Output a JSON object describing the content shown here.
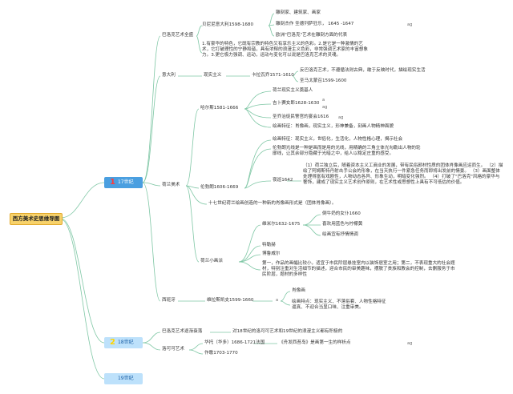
{
  "root": "西方美术史思维导图",
  "centuries": {
    "c17": {
      "num": "1",
      "label": "17世纪"
    },
    "c18": {
      "num": "2",
      "label": "18世纪"
    },
    "c19": {
      "num": "3",
      "label": "19世纪"
    }
  },
  "baroque": {
    "title": "巴洛克艺术全盛",
    "bernini": "贝尼尼意大利1598-1680",
    "roles1": "雕刻家、建筑家、画家",
    "roles2": "雕刻杰作 圣德列萨狂乐，  1645 -1647",
    "roles3": "欧洲\"巴洛克\"艺术在雕刻方面的代表",
    "desc": "1.有豪华的特色，它既有宗教的特色又有享乐主义的色彩。2.是它是一种激情的艺术，它打破理性的宁静和谐，具有浓郁的浪漫主义色彩，非常强调艺术家的丰富想象力。3.更它极力强调、运动，运动与变化可以说是巴洛克艺术的灵魂。"
  },
  "italy": {
    "title": "意大利",
    "realism": "现实主义",
    "caravaggio": "卡拉瓦乔1571-1610",
    "c1": "反巴洛克艺术，不遵循法则古典，敢于反映时代，描绘现实生活",
    "c2": "圣马太蒙召1599-1600"
  },
  "netherlands": {
    "title": "荷兰美术",
    "hals": "哈尔斯1581-1666",
    "h1": "荷兰现实主义奠基人",
    "h2": "吉卜赛女郎1628-1630",
    "h3": "圣乔治徒民警官的宴会1616",
    "h4": "绘画特征：肖像画，现实主义，形神兼备，刻画人物精神面貌",
    "rembrandt": "伦勃朗1606-1669",
    "r1": "绘画特征：现实主义，世俗化，生活化，人物性格心理，揭示社会",
    "r2": "伦勃朗光线是一种是画而是用的光线，用精确的三角立体光勾勒出人物的轮廓线，让其余部分隐藏于光暗之中，给人以稳定庄重的感受。",
    "nightwatch": "夜巡1642",
    "n1": "（1）荷兰独立后，随着资本主义工商业的发展，带有民俗颜材性质的团体肖像画应运而生。 （2）描绘了阿姆斯特丹射击手公会的形象，在当天执行一件紧急任务而即将出发前的情景。 （3）画面整体处理得富有戏剧性，人物动态各异、形象生动，明暗变化强烈。 （4）打破了\"巴洛克\"风格的豪华与奢饰，建成了现实主义艺术创作原则，在艺术性或思想性上具有不可低估的价值。",
    "note": "十七世纪荷兰绘画创造的一种新的肖像画形式是（团体肖像画）。",
    "minor": "荷兰小画派",
    "vermeer": "维米尔1632-1675",
    "v1": "倒牛奶的女仆1660",
    "v2": "喜欢用蓝色与柠檬黄",
    "v3": "绘画宜有抒情情调",
    "m2": "特勒赫",
    "m3": "博鲁威尔",
    "mdesc": "第一，作品的画幅比较小，适宜于市民阶层悬挂室内以装饰居室之用；第二，不表现重大的社会题材，特别注重对生活细节的描述，迎合市民的审美趣味，摆脱了贵族和教会的控制，去删服务于市民阶层，题材的多样性"
  },
  "spain": {
    "title": "西班牙",
    "velazquez": "维拉斯凯支1599-1660",
    "s1": "肖像画",
    "s2": "绘画特点：现实主义、不落俗套、人物性格特征逼真、不迎合当显口味、注重审美。"
  },
  "c18items": {
    "rococo": "巴洛克艺术逐渐衰落",
    "rococo_desc": "对18世纪的洛可可艺术和19世纪的浪漫主义都有积极的",
    "rococo_art": "洛可可艺术",
    "watteau": "华托（华多）1686-1721法国",
    "watteau_work": "《舟发西苔岛》是画第一生的样析点",
    "works": "作歌1703-1770"
  },
  "icons": {
    "attach": "ag",
    "sub": "a"
  }
}
